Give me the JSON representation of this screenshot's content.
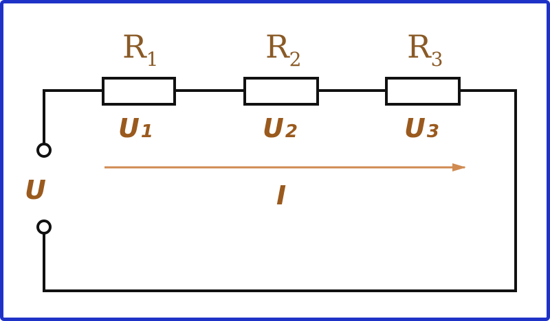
{
  "diagram": {
    "resistors": [
      {
        "name": "R",
        "sub": "1",
        "voltage": "U",
        "voltage_sub": "1"
      },
      {
        "name": "R",
        "sub": "2",
        "voltage": "U",
        "voltage_sub": "2"
      },
      {
        "name": "R",
        "sub": "3",
        "voltage": "U",
        "voltage_sub": "3"
      }
    ],
    "source_voltage": "U",
    "current": "I",
    "colors": {
      "border": "#1e32c8",
      "wire": "#111111",
      "label": "#8a5a26",
      "arrow": "#d08a50"
    }
  }
}
